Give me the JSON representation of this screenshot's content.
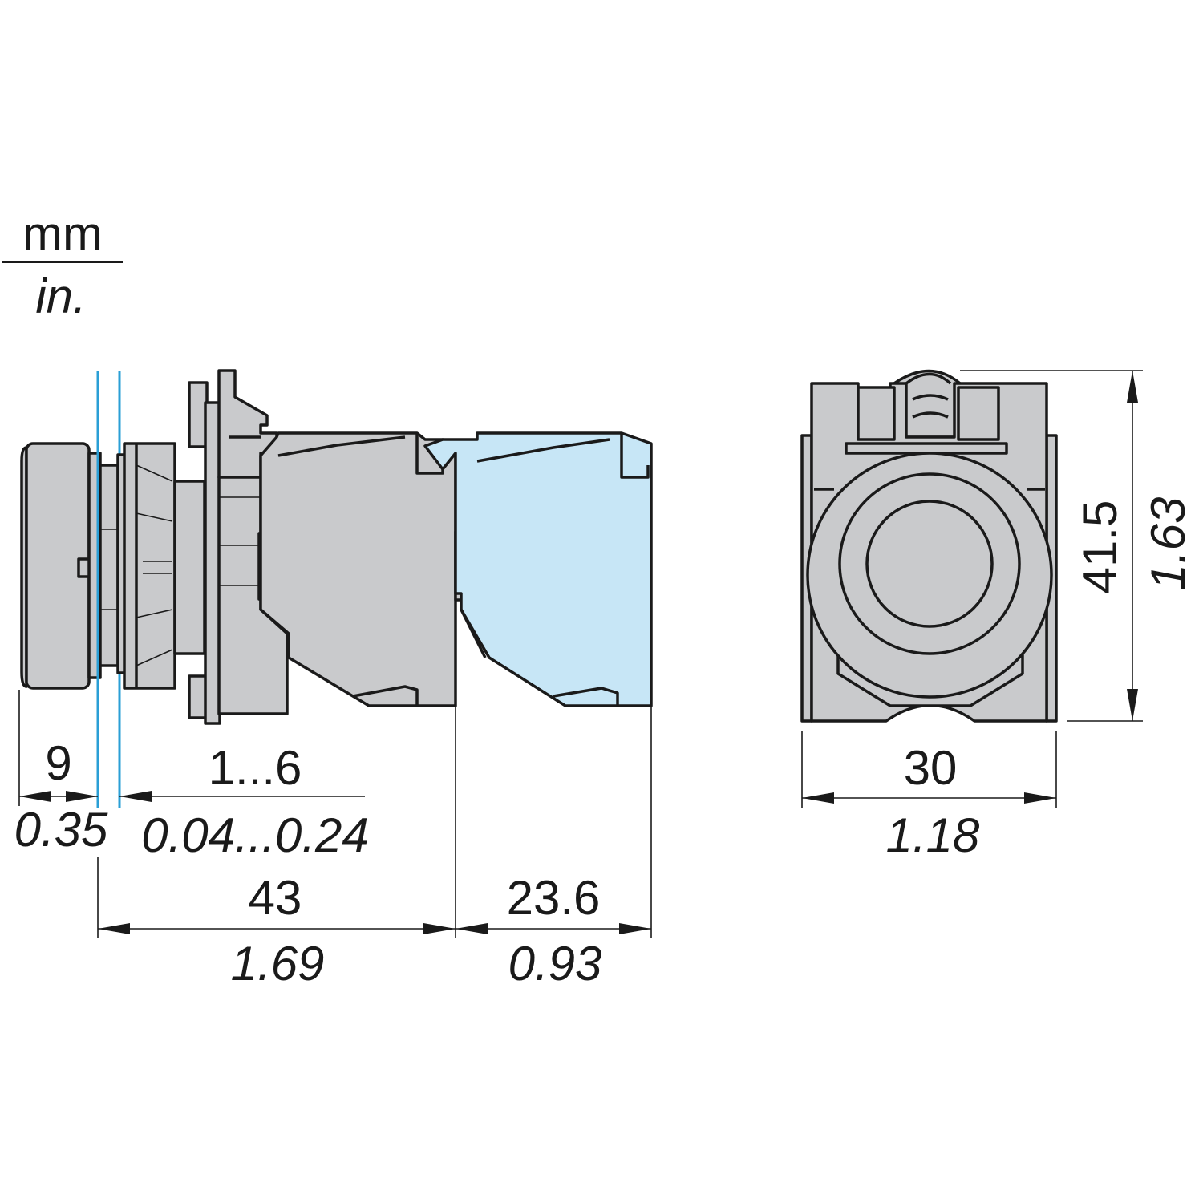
{
  "units": {
    "primary": "mm",
    "secondary": "in."
  },
  "colors": {
    "line": "#1a1a1a",
    "body_gray": "#c9cacc",
    "contact_blue": "#c7e6f6",
    "panel_line": "#2a9fd6"
  },
  "side_view": {
    "bezel": {
      "mm": "9",
      "in": "0.35"
    },
    "panel_thickness": {
      "mm": "1...6",
      "in": "0.04...0.24"
    },
    "body_depth": {
      "mm": "43",
      "in": "1.69"
    },
    "contact_block": {
      "mm": "23.6",
      "in": "0.93"
    }
  },
  "front_view": {
    "width": {
      "mm": "30",
      "in": "1.18"
    },
    "height": {
      "mm": "41.5",
      "in": "1.63"
    }
  }
}
